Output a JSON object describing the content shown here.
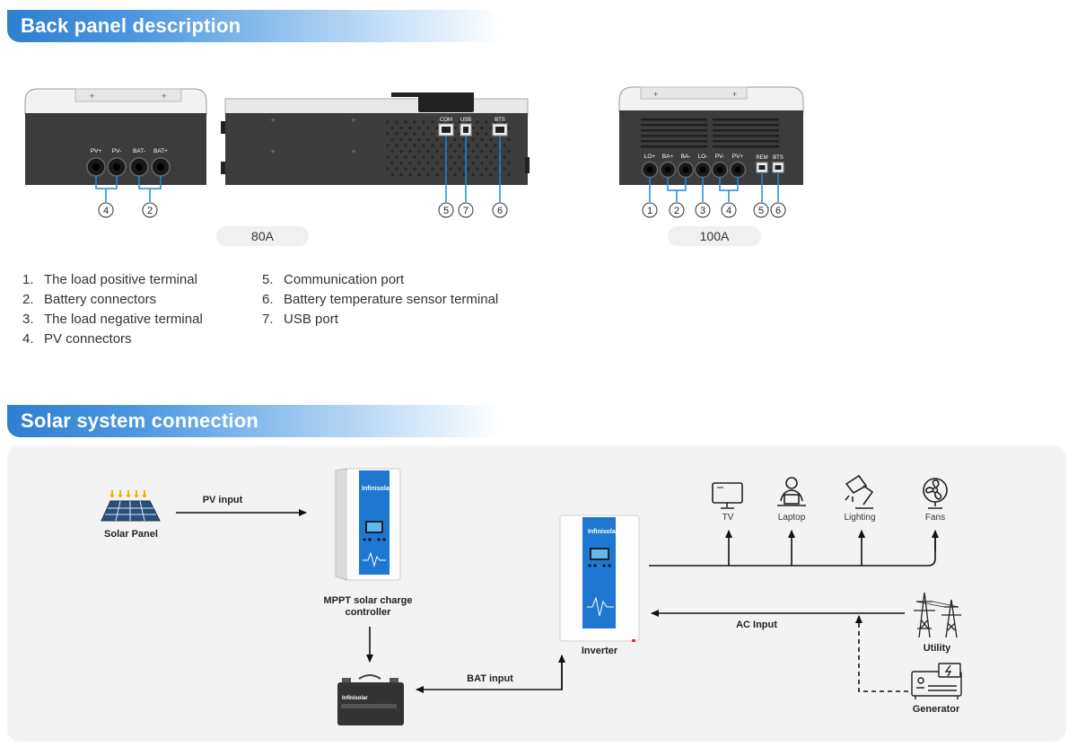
{
  "back_panel": {
    "header": "Back panel description",
    "models": [
      "80A",
      "100A"
    ],
    "port_labels_80a_front": [
      "PV+",
      "PV-",
      "BAT-",
      "BAT+"
    ],
    "port_labels_80a_side": [
      "COM",
      "USB",
      "BTS"
    ],
    "port_labels_100a": [
      "LO+",
      "BA+",
      "BA-",
      "LO-",
      "PV-",
      "PV+",
      "REM",
      "BTS"
    ],
    "callouts_80a": [
      "4",
      "2",
      "5",
      "7",
      "6"
    ],
    "callouts_100a": [
      "1",
      "2",
      "3",
      "4",
      "5",
      "6"
    ],
    "list_left": [
      {
        "num": "1.",
        "text": "The load positive terminal"
      },
      {
        "num": "2.",
        "text": "Battery connectors"
      },
      {
        "num": "3.",
        "text": "The load negative terminal"
      },
      {
        "num": "4.",
        "text": "PV connectors"
      }
    ],
    "list_right": [
      {
        "num": "5.",
        "text": "Communication port"
      },
      {
        "num": "6.",
        "text": "Battery temperature sensor terminal"
      },
      {
        "num": "7.",
        "text": "USB port"
      }
    ]
  },
  "solar": {
    "header": "Solar system connection",
    "brand": "Infinisolar",
    "nodes": {
      "solar_panel": "Solar Panel",
      "mppt": [
        "MPPT solar charge",
        "controller"
      ],
      "inverter": "Inverter",
      "utility": "Utility",
      "generator": "Generator"
    },
    "loads": [
      "TV",
      "Laptop",
      "Lighting",
      "Fans"
    ],
    "edges": {
      "pv_input": "PV input",
      "bat_input": "BAT input",
      "ac_input": "AC Input"
    }
  },
  "colors": {
    "accent": "#2f7fd0",
    "callout": "#1e88e5",
    "device_dark": "#3c3c3c"
  }
}
